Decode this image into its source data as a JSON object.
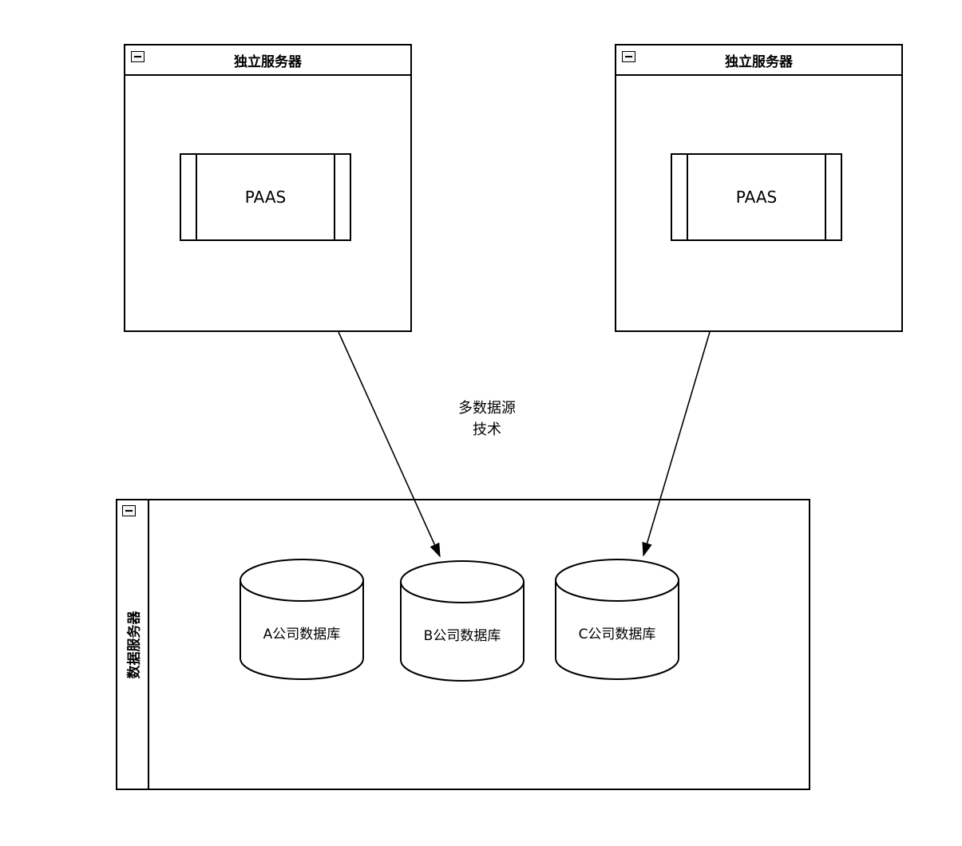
{
  "diagram": {
    "colors": {
      "stroke": "#000000",
      "background": "#ffffff"
    },
    "icons": {
      "collapse": "minus-square-icon"
    },
    "servers": [
      {
        "title": "独立服务器",
        "component": "PAAS"
      },
      {
        "title": "独立服务器",
        "component": "PAAS"
      }
    ],
    "annotation": {
      "line1": "多数据源",
      "line2": "技术"
    },
    "data_server": {
      "title": "数据服务器",
      "databases": [
        {
          "label": "A公司数据库"
        },
        {
          "label": "B公司数据库"
        },
        {
          "label": "C公司数据库"
        }
      ]
    },
    "connections": [
      {
        "from": "独立服务器(左)",
        "to": "B公司数据库"
      },
      {
        "from": "独立服务器(右)",
        "to": "C公司数据库"
      }
    ]
  }
}
